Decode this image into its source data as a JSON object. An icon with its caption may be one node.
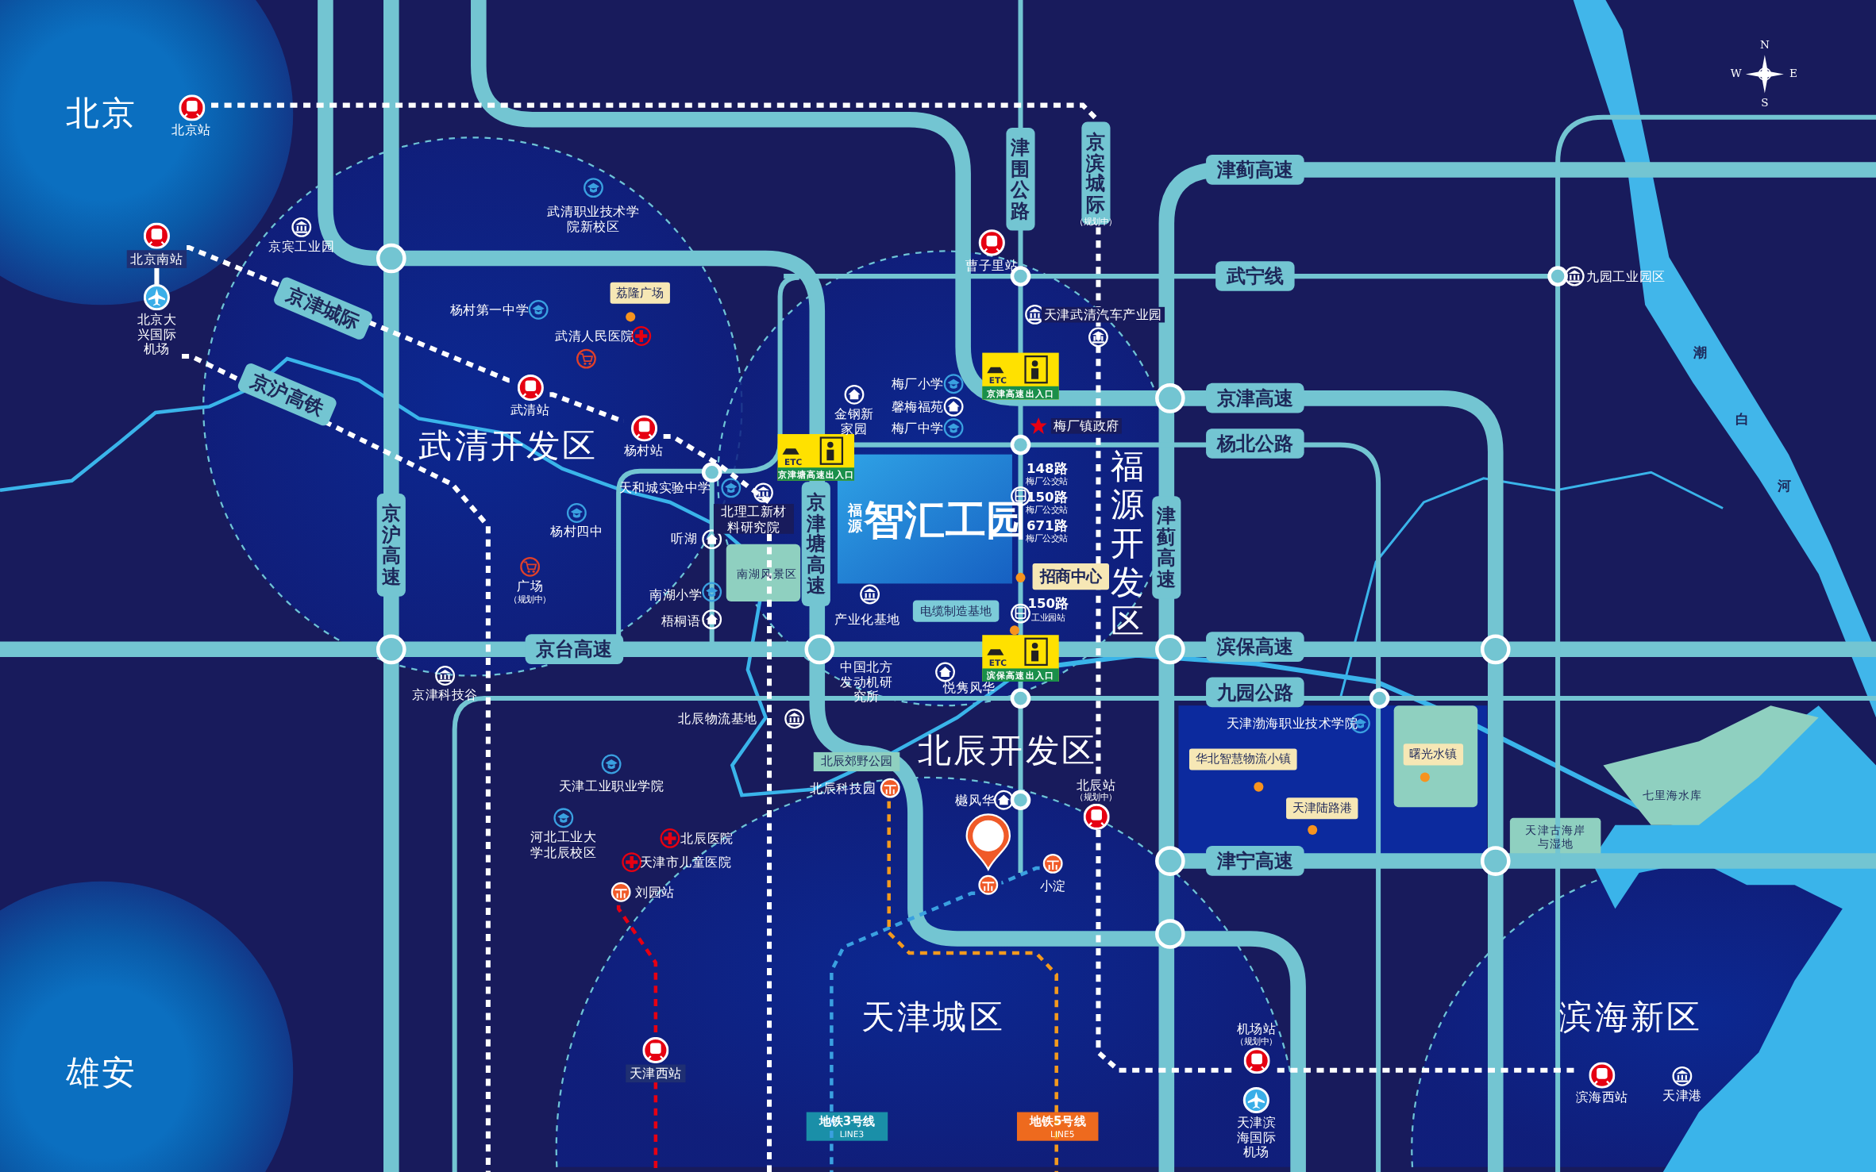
{
  "diagram": {
    "nodes": [
      {
        "text": [
          "北京站"
        ]
      },
      {
        "text": [
          "北京南站"
        ]
      },
      {
        "text": [
          "北京大兴国际机场"
        ]
      },
      {
        "text": [
          "武清站"
        ]
      },
      {
        "text": [
          "杨村站"
        ]
      },
      {
        "text": [
          "北辰站",
          "（规划中）"
        ]
      },
      {
        "text": [
          "机场站",
          "（规划中）"
        ]
      },
      {
        "text": [
          "滨海西站"
        ]
      },
      {
        "text": [
          "刘园站"
        ]
      },
      {
        "text": [
          "天津西站"
        ]
      },
      {
        "text": [
          "北辰科技园"
        ]
      },
      {
        "text": [],
        "shape": "circle"
      },
      {
        "text": [
          "小淀"
        ]
      }
    ],
    "edges": [
      {
        "from": 0,
        "to": 5,
        "arrow": "none",
        "style": "dashed"
      },
      {
        "from": 5,
        "to": 6,
        "arrow": "none",
        "style": "dashed"
      },
      {
        "from": 6,
        "to": 7,
        "arrow": "none",
        "style": "dashed"
      },
      {
        "from": 1,
        "to": 2,
        "arrow": "none"
      },
      {
        "from": 1,
        "to": 3,
        "arrow": "none",
        "style": "dashed"
      },
      {
        "from": 3,
        "to": 4,
        "arrow": "none",
        "style": "dashed"
      },
      {
        "from": 4,
        "to": null,
        "arrow": "none",
        "style": "dashed"
      },
      {
        "from": 2,
        "to": null,
        "arrow": "none",
        "style": "dashed"
      },
      {
        "from": 8,
        "to": 9,
        "arrow": "none",
        "style": "dashed",
        "color": "#e60012"
      },
      {
        "from": 9,
        "to": null,
        "arrow": "none",
        "style": "dashed",
        "color": "#e60012"
      },
      {
        "from": 12,
        "to": 11,
        "arrow": "none",
        "style": "dashed",
        "color": "#3aa0e0"
      },
      {
        "from": 11,
        "to": null,
        "arrow": "none",
        "style": "dashed",
        "color": "#3aa0e0"
      },
      {
        "from": 10,
        "to": null,
        "arrow": "none",
        "style": "dashed",
        "color": "#f39a1e"
      }
    ],
    "labels": [
      "北京",
      "京津城际",
      "京沪高铁",
      "京宾工业园",
      "武清职业技术学院新校区",
      "杨村第一中学",
      "荔隆广场",
      "武清人民医院",
      "武清开发区",
      "京沪高速",
      "天和城实验中学",
      "北理工新材料研究院",
      "杨村四中",
      "听湖",
      "广场",
      "（规划中）",
      "南湖风景区",
      "南湖小学",
      "梧桐语",
      "京台高速",
      "京津科技谷",
      "ETC",
      "京津塘高速出入口",
      "京津塘高速",
      "金钢新家园",
      "梅厂小学",
      "馨梅福苑",
      "梅厂中学",
      "福源",
      "智汇工园",
      "津围公路",
      "京滨城际",
      "（规划中）",
      "曹子里站",
      "天津武清汽车产业园",
      "ETC",
      "京津高速出入口",
      "梅厂镇政府",
      "148路",
      "梅厂公交站",
      "150路",
      "梅厂公交站",
      "671路",
      "梅厂公交站",
      "招商中心",
      "电缆制造基地",
      "150路",
      "工业园站",
      "产业化基地",
      "ETC",
      "滨保高速出入口",
      "福源开发区",
      "津蓟高速",
      "津蓟高速",
      "武宁线",
      "京津高速",
      "杨北公路",
      "滨保高速",
      "九园公路",
      "津宁高速",
      "中国北方发动机研究所",
      "悦隽风华",
      "北辰物流基地",
      "北辰开发区",
      "天津工业职业学院",
      "河北工业大学北辰校区",
      "北辰医院",
      "天津市儿童医院",
      "北辰郊野公园",
      "樾风华",
      "天津城区",
      "地铁3号线",
      "LINE3",
      "地铁5号线",
      "LINE5",
      "雄安",
      "天津滨海国际机场",
      "九园工业园区",
      "天津渤海职业技术学院",
      "华北智慧物流小镇",
      "天津陆路港",
      "曙光水镇",
      "七里海水库",
      "天津古海岸与湿地",
      "滨海新区",
      "天津港",
      "潮",
      "白",
      "河",
      "N",
      "W",
      "E",
      "S"
    ]
  }
}
